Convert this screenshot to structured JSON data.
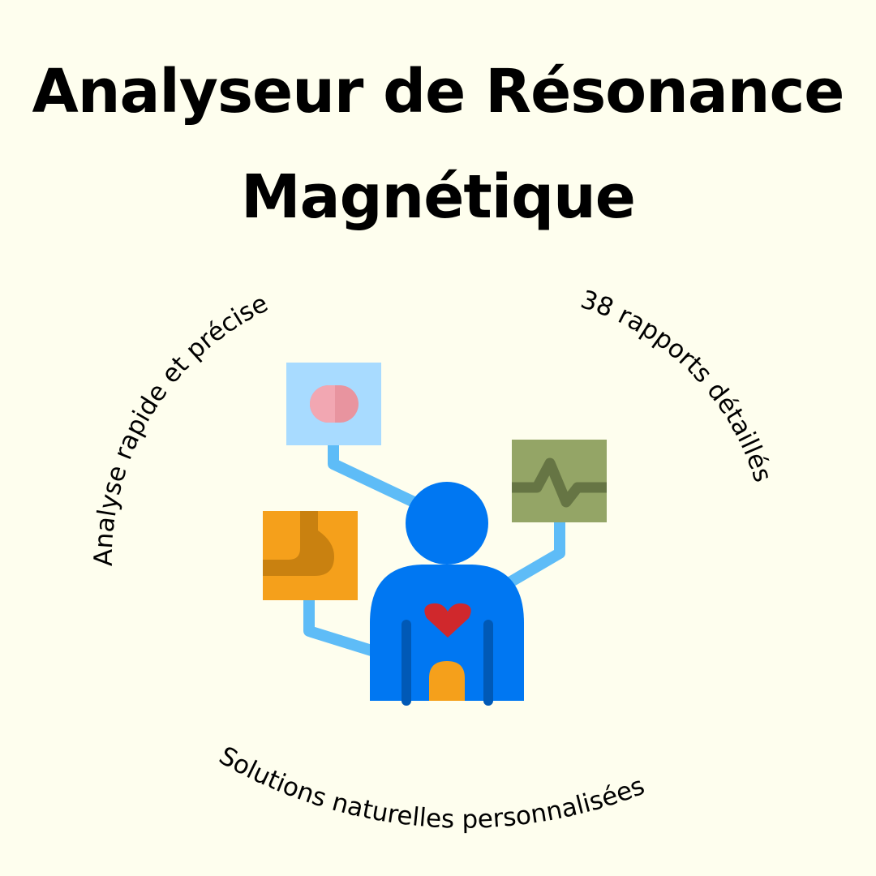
{
  "title": {
    "line1": "Analyseur de Résonance",
    "line2": "Magnétique"
  },
  "features": {
    "left": "Analyse rapide et précise",
    "right": "38 rapports détaillés",
    "bottom": "Solutions naturelles personnalisées"
  },
  "colors": {
    "background": "#fefeee",
    "body_blue": "#0077f2",
    "dark_blue": "#0059b6",
    "connector": "#5ebcf7",
    "orange": "#f5a01b",
    "orange_dark": "#c98110",
    "green_panel": "#94a566",
    "green_line": "#667544",
    "light_blue_panel": "#a8dbff",
    "pill_pink": "#f2a7b2",
    "heart_red": "#d0282c"
  },
  "icons": [
    "person-icon",
    "heart-icon",
    "pill-icon",
    "heartbeat-icon",
    "stomach-icon"
  ]
}
